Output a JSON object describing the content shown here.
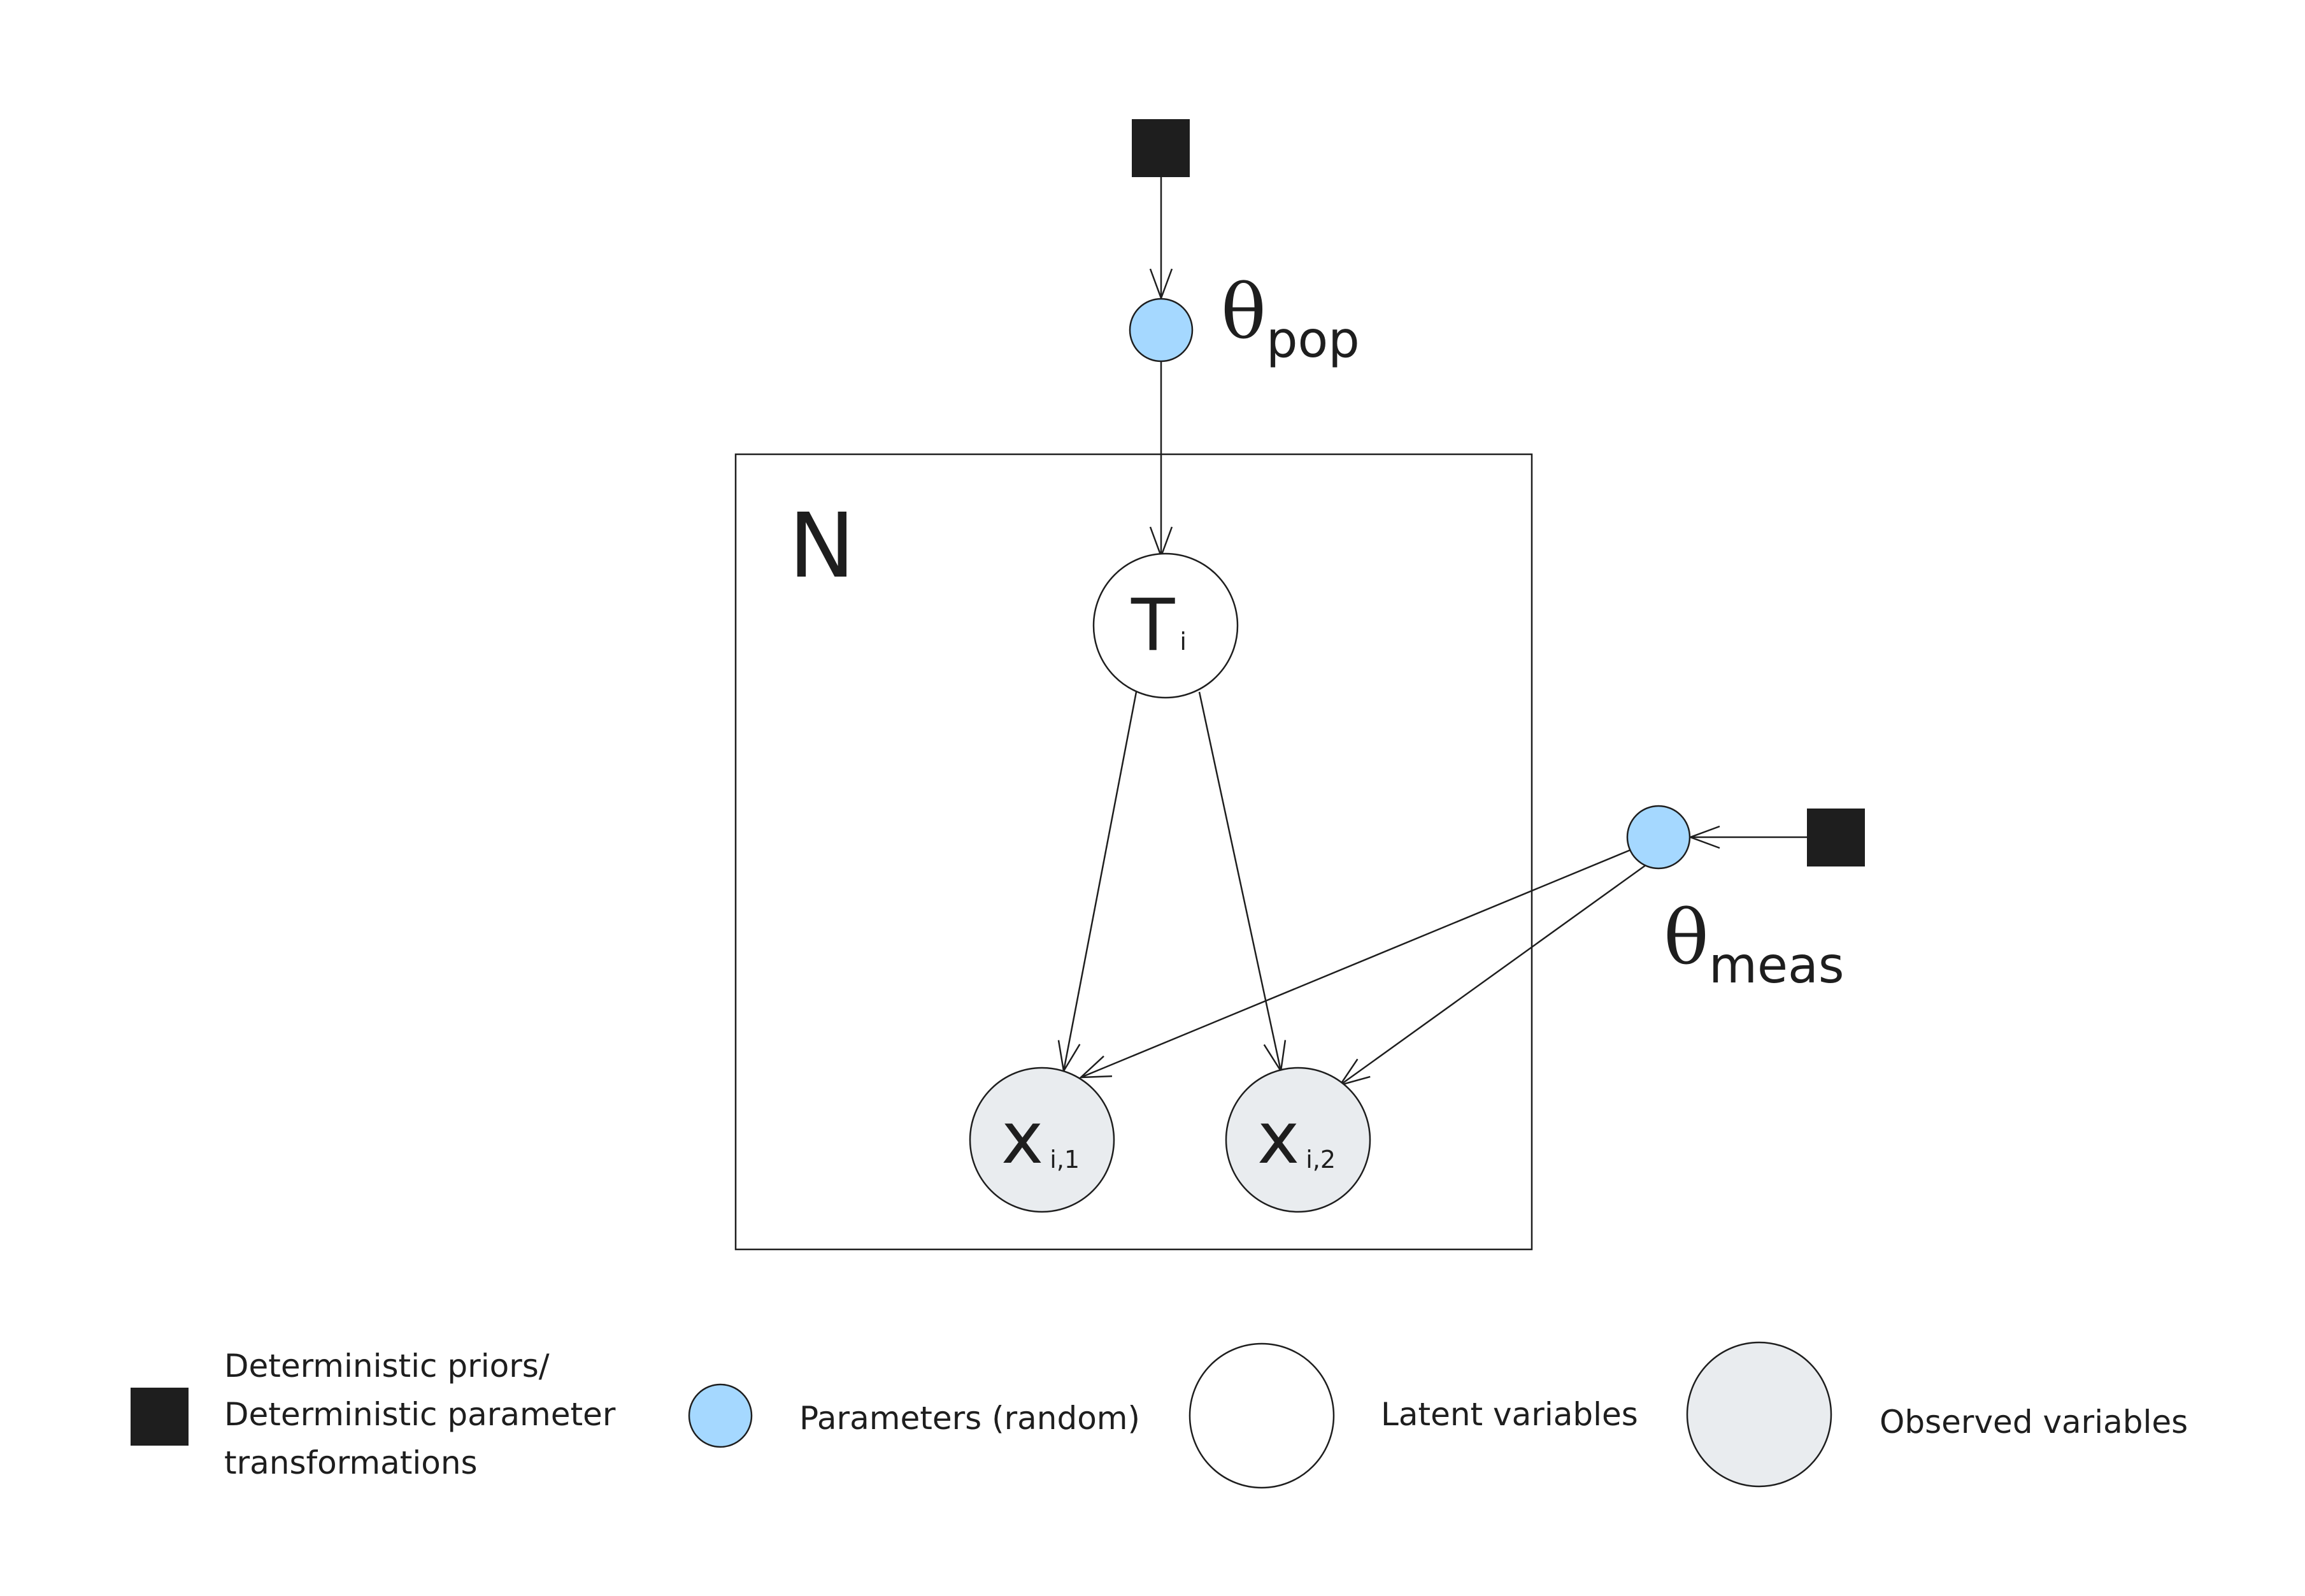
{
  "diagram": {
    "plate": {
      "label": "N"
    },
    "nodes": {
      "theta_pop": {
        "symbol": "θ",
        "subscript": "pop"
      },
      "theta_meas": {
        "symbol": "θ",
        "subscript": "meas"
      },
      "latent": {
        "symbol": "T",
        "subscript": "i"
      },
      "observed_1": {
        "symbol": "x",
        "subscript": "i,1"
      },
      "observed_2": {
        "symbol": "x",
        "subscript": "i,2"
      }
    }
  },
  "legend": {
    "deterministic": {
      "line1": "Deterministic priors/",
      "line2": "Deterministic parameter",
      "line3": "transformations"
    },
    "parameters": "Parameters (random)",
    "latent": "Latent variables",
    "observed": "Observed variables"
  },
  "colors": {
    "deterministic_fill": "#1e1e1e",
    "parameter_fill": "#a5d8ff",
    "latent_fill": "#ffffff",
    "observed_fill": "#e9ecef",
    "stroke": "#1e1e1e"
  },
  "icons": {
    "deterministic": "filled-square",
    "parameter": "filled-circle",
    "latent": "open-circle",
    "observed": "gray-circle"
  }
}
